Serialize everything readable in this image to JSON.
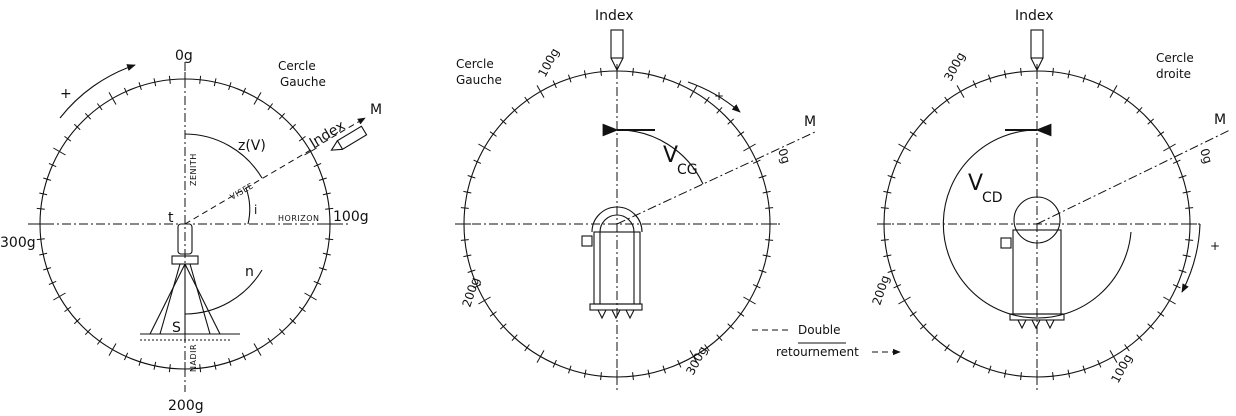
{
  "panel1": {
    "circle_label_line1": "Cercle",
    "circle_label_line2": "Gauche",
    "grad_top": "0g",
    "grad_right": "100g",
    "grad_bottom": "200g",
    "grad_left": "300g",
    "zenith": "ZENITH",
    "nadir": "NADIR",
    "horizon": "HORIZON",
    "visee": "VISEE",
    "zv": "z(V)",
    "index": "Index",
    "m": "M",
    "t": "t",
    "i": "i",
    "n": "n",
    "s": "S",
    "sense": "+"
  },
  "panel2": {
    "index": "Index",
    "circle_label_line1": "Cercle",
    "circle_label_line2": "Gauche",
    "grad_a": "100g",
    "grad_b": "0g",
    "grad_c": "200g",
    "grad_d": "300g",
    "v": "V",
    "v_sub": "CG",
    "m": "M",
    "sense": "+"
  },
  "middle": {
    "line1": "Double",
    "line2": "retournement"
  },
  "panel3": {
    "index": "Index",
    "circle_label_line1": "Cercle",
    "circle_label_line2": "droite",
    "grad_a": "300g",
    "grad_b": "0g",
    "grad_c": "200g",
    "grad_d": "100g",
    "v": "V",
    "v_sub": "CD",
    "m": "M",
    "sense": "+"
  }
}
